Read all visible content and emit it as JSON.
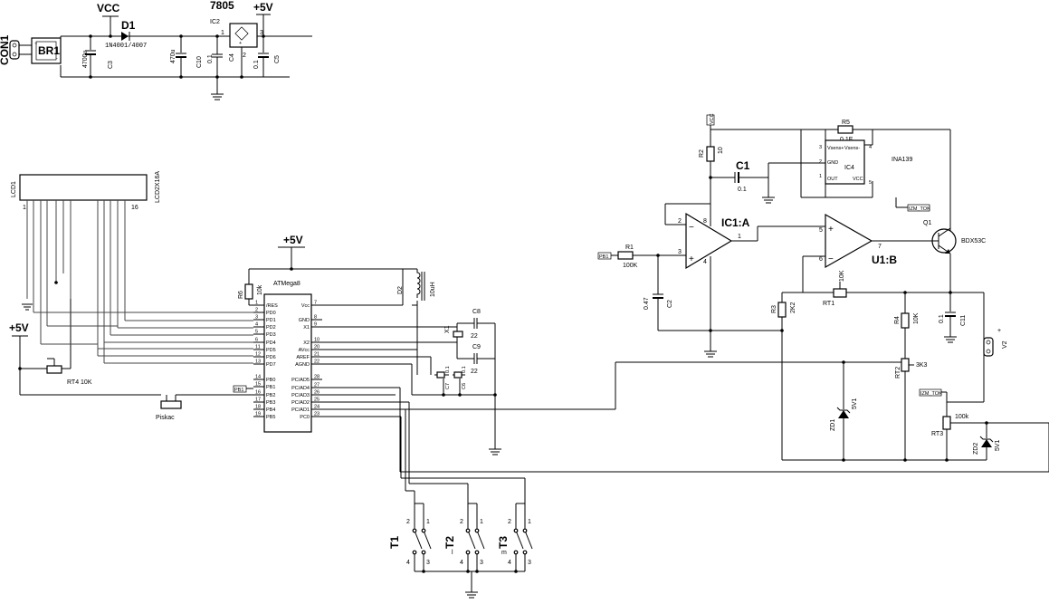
{
  "power": {
    "con1": "CON1",
    "br1": "BR1",
    "vcc": "VCC",
    "d1": "D1",
    "d1_value": "1N4001/4007",
    "c3": "C3",
    "c3_value": "4700u",
    "c_470": "470u",
    "ic2": "IC2",
    "ic2_value": "7805",
    "plus5v": "+5V",
    "c10": "C10",
    "c10_value": "0.1",
    "c4": "C4",
    "c5": "C5",
    "c5_value": "0.1",
    "pin1": "1",
    "pin2": "2",
    "pin3": "3"
  },
  "lcd": {
    "name": "LCD1",
    "type": "LCD2X16A",
    "pin1": "1",
    "pin16": "16"
  },
  "mcu": {
    "supply": "+5V",
    "name": "ATMega8",
    "r6": "R6",
    "r6_value": "10k",
    "d2": "D2",
    "d2_value": "10uH",
    "left_pins": [
      {
        "num": "1",
        "name": "/RES"
      },
      {
        "num": "2",
        "name": "PD0"
      },
      {
        "num": "3",
        "name": "PD1"
      },
      {
        "num": "4",
        "name": "PD2"
      },
      {
        "num": "5",
        "name": "PD3"
      },
      {
        "num": "6",
        "name": "PD4"
      },
      {
        "num": "11",
        "name": "PD5"
      },
      {
        "num": "12",
        "name": "PD6"
      },
      {
        "num": "13",
        "name": "PD7"
      },
      {
        "num": "14",
        "name": "PB0"
      },
      {
        "num": "15",
        "name": "PB1"
      },
      {
        "num": "16",
        "name": "PB2"
      },
      {
        "num": "17",
        "name": "PB3"
      },
      {
        "num": "18",
        "name": "PB4"
      },
      {
        "num": "19",
        "name": "PB5"
      }
    ],
    "right_pins": [
      {
        "num": "7",
        "name": "Vcc"
      },
      {
        "num": "8",
        "name": "GND"
      },
      {
        "num": "9",
        "name": "X1"
      },
      {
        "num": "10",
        "name": "X2"
      },
      {
        "num": "20",
        "name": "AVcc"
      },
      {
        "num": "21",
        "name": "AREF"
      },
      {
        "num": "22",
        "name": "AGND"
      },
      {
        "num": "28",
        "name": "PC/AD5"
      },
      {
        "num": "27",
        "name": "PC/AD4"
      },
      {
        "num": "26",
        "name": "PC/AD3"
      },
      {
        "num": "25",
        "name": "PC/AD2"
      },
      {
        "num": "24",
        "name": "PC/AD1"
      },
      {
        "num": "23",
        "name": "PC0"
      }
    ],
    "x1": "X1",
    "c8": "C8",
    "c8_value": "22",
    "c9": "C9",
    "c9_value": "22",
    "c7": "C7",
    "c7_value": "0.1",
    "c6": "C6",
    "c6_value": "0.1",
    "pb1_tag": "PB1",
    "plus5v_left": "+5V",
    "rt4": "RT4 10K",
    "piskac": "Piskac"
  },
  "buttons": {
    "t1": "T1",
    "t2": "T2",
    "t3": "T3",
    "t1_sub": "",
    "t2_sub": "l",
    "t3_sub": "m",
    "p1": "1",
    "p2": "2",
    "p3": "3",
    "p4": "4"
  },
  "analog": {
    "vcc": "VCC",
    "r2": "R2",
    "r2_value": "10",
    "c1": "C1",
    "c1_value": "0.1",
    "r5": "R5",
    "r5_value": "0.1E",
    "ic4": "IC4",
    "ic4_type": "INA139",
    "ic4_pins": {
      "vsense_plus": "Vsens+",
      "vsense_minus": "Vsens-",
      "gnd": "GND",
      "out": "OUT",
      "vcc": "VCC"
    },
    "ic4_nums": [
      "3",
      "4",
      "2",
      "1",
      "5"
    ],
    "izm_tok": "IZM_TOK",
    "ic1a": "IC1:A",
    "u1b": "U1:B",
    "q1": "Q1",
    "q1_type": "BDX53C",
    "r1": "R1",
    "r1_value": "100K",
    "pb1_tag": "PB1",
    "c2": "C2",
    "c2_value": "0.47",
    "r3": "R3",
    "r3_value": "2K2",
    "rt1": "RT1",
    "rt1_value": "10K",
    "c11": "C11",
    "c11_value": "0.1",
    "r4": "R4",
    "r4_value": "10K",
    "rt2": "RT2",
    "rt2_value": "3K3",
    "zd1": "ZD1",
    "zd1_value": "5V1",
    "rt3": "RT3",
    "rt3_value": "100k",
    "zd2": "ZD2",
    "zd2_value": "5V1",
    "v2": "V2",
    "v2_plus": "+",
    "op_pins": {
      "a2": "2",
      "a3": "3",
      "a8": "8",
      "a4": "4",
      "a1": "1",
      "b5": "5",
      "b6": "6",
      "b7": "7"
    }
  }
}
